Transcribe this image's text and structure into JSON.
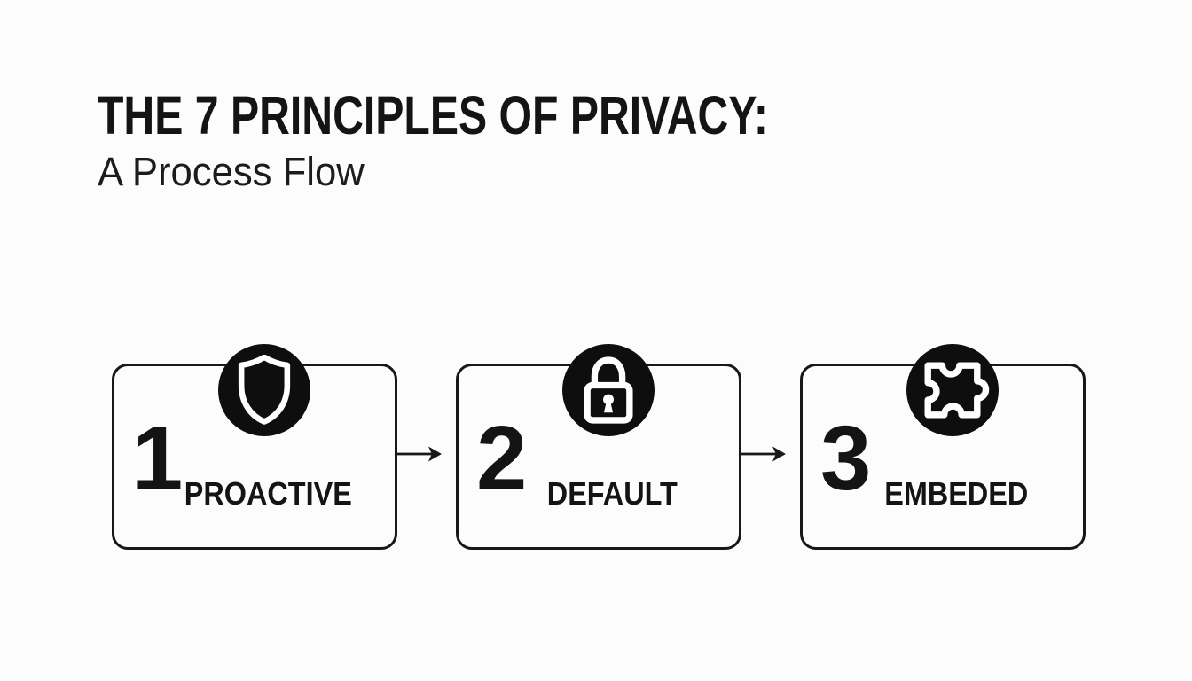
{
  "page": {
    "background_color": "#fcfcfc",
    "ink_color": "#161616",
    "icon_circle_color": "#0e0e0e",
    "icon_glyph_color": "#ffffff"
  },
  "header": {
    "title": "THE 7 PRINCIPLES OF PRIVACY:",
    "subtitle": "A Process Flow"
  },
  "flow": {
    "steps": [
      {
        "number": "1",
        "label": "PROACTIVE",
        "icon": "shield-icon"
      },
      {
        "number": "2",
        "label": "DEFAULT",
        "icon": "lock-icon"
      },
      {
        "number": "3",
        "label": "EMBEDED",
        "icon": "puzzle-piece-icon"
      }
    ],
    "connectors": [
      {
        "icon": "arrow-right-icon"
      },
      {
        "icon": "arrow-right-icon"
      }
    ]
  }
}
